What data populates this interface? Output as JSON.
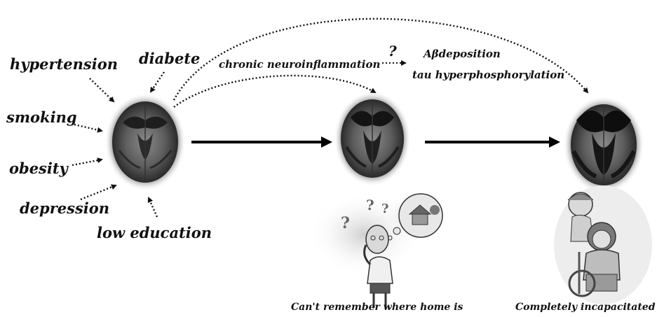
{
  "risk_factors": {
    "hypertension": "hypertension",
    "diabete": "diabete",
    "smoking": "smoking",
    "obesity": "obesity",
    "depression": "depression",
    "low_education": "low education"
  },
  "pathway": {
    "neuroinflammation": "chronic neuroinflammation",
    "question_mark": "?",
    "abeta": "Aβdeposition",
    "tau": "tau hyperphosphorylation"
  },
  "captions": {
    "middle": "Can't remember where home is",
    "right": "Completely incapacitated"
  },
  "colors": {
    "question_mark": "#d81e1e",
    "ink": "#111111"
  }
}
